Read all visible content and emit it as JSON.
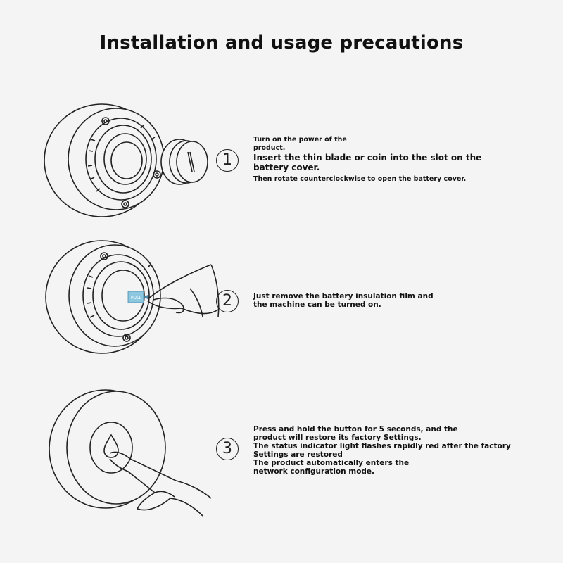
{
  "title": "Installation and usage precautions",
  "steps": [
    {
      "number": "1",
      "lines": [
        "Turn on the power of the product.",
        "Insert the thin blade or coin into the slot on the battery cover.",
        "Then rotate counterclockwise to open the battery cover."
      ]
    },
    {
      "number": "2",
      "pull_label": "PULL",
      "lines": [
        "Just remove the battery insulation film and the machine can be turned on."
      ]
    },
    {
      "number": "3",
      "lines": [
        "Press and hold the button for 5 seconds, and the product will restore its factory Settings.",
        "The status indicator light flashes rapidly red after the factory Settings are restored",
        "The product automatically enters the network configuration mode."
      ]
    }
  ],
  "colors": {
    "film_tab": "#8cc7e0",
    "ink": "#222222"
  }
}
